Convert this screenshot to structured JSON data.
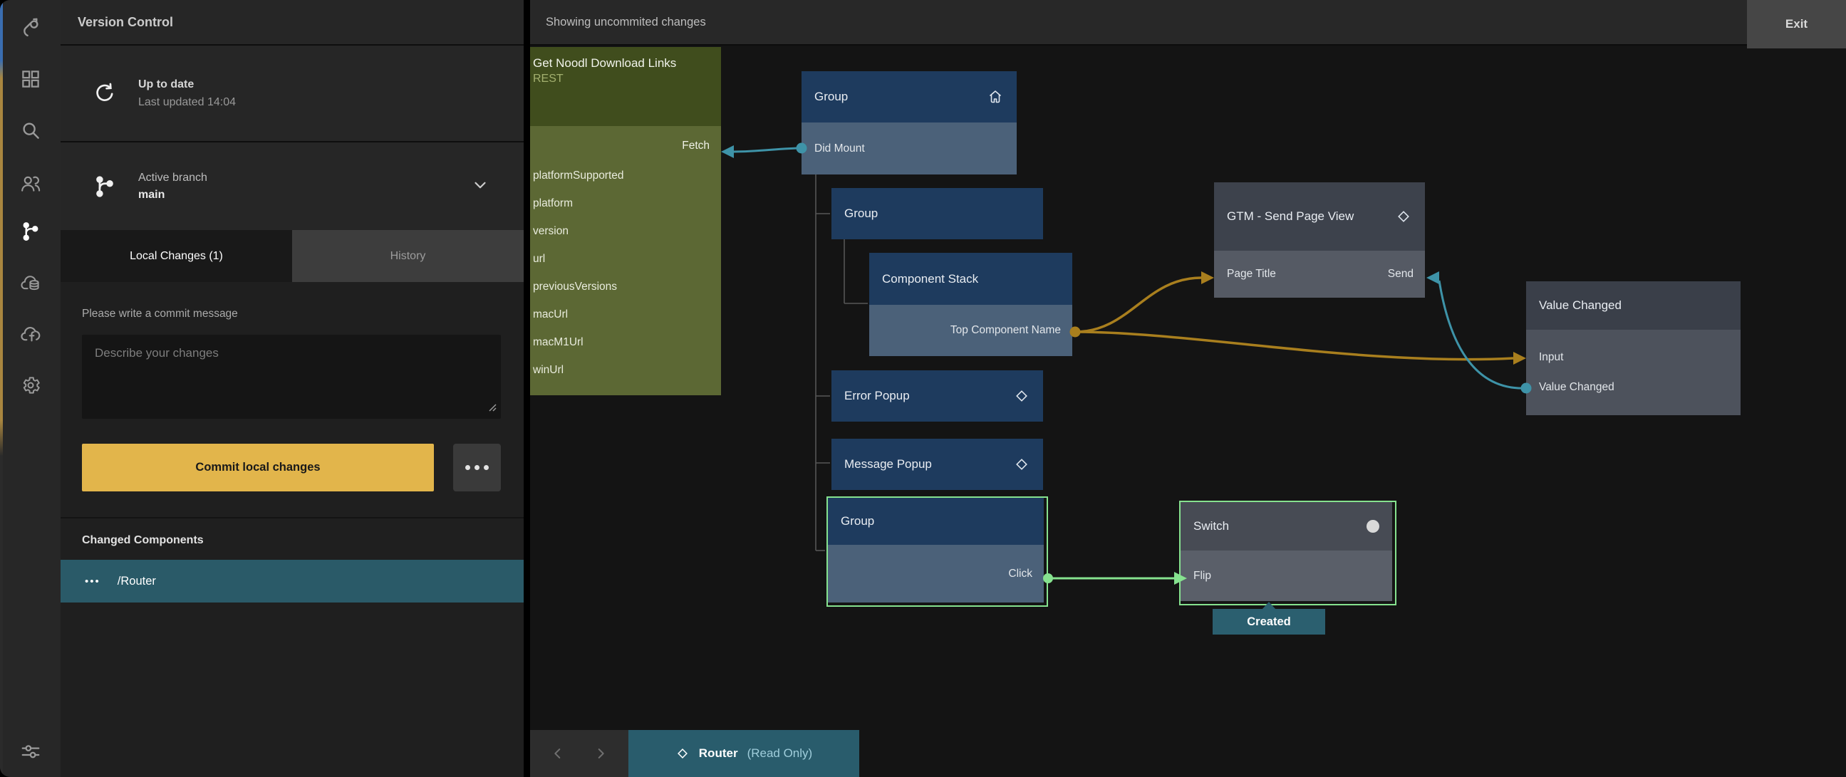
{
  "colors": {
    "accent_yellow": "#e2b54b",
    "selection_green": "#86e28f",
    "wire_teal": "#3e93a8",
    "wire_yellow": "#a97f1e",
    "node_blue_header": "#1e3b5e",
    "node_blue_body": "#4b6179",
    "node_olive_header": "#404d1d",
    "node_olive_body": "#5c6834",
    "node_gray_header": "#3d424c",
    "node_gray_body": "#555a64",
    "badge_teal": "#2b5f6f",
    "row_highlight_teal": "#2a5a68"
  },
  "sidebar": {
    "icons": [
      "noodl-logo",
      "projects-grid",
      "search",
      "collaborators",
      "version-control",
      "cloud-data",
      "cloud-functions",
      "settings-gear",
      "filters-sliders"
    ]
  },
  "panel": {
    "title": "Version Control",
    "sync": {
      "title": "Up to date",
      "subtitle": "Last updated 14:04"
    },
    "branch": {
      "label": "Active branch",
      "name": "main"
    },
    "tabs": {
      "local": "Local Changes (1)",
      "history": "History"
    },
    "commit": {
      "prompt": "Please write a commit message",
      "placeholder": "Describe your changes",
      "button": "Commit local changes"
    },
    "changed": {
      "heading": "Changed Components",
      "rows": [
        {
          "bullets": "•••",
          "name": "/Router"
        }
      ]
    }
  },
  "topbar": {
    "status": "Showing uncommited changes",
    "exit": "Exit"
  },
  "canvas": {
    "nodes": {
      "rest": {
        "title": "Get Noodl Download Links",
        "type": "REST",
        "input": "Fetch",
        "outputs": [
          "platformSupported",
          "platform",
          "version",
          "url",
          "previousVersions",
          "macUrl",
          "macM1Url",
          "winUrl"
        ]
      },
      "group_root": {
        "title": "Group",
        "port": "Did Mount"
      },
      "group_mid": {
        "title": "Group"
      },
      "component_stack": {
        "title": "Component Stack",
        "port": "Top Component Name"
      },
      "gtm": {
        "title": "GTM - Send Page View",
        "port_in": "Page Title",
        "port_send": "Send"
      },
      "value_changed": {
        "title": "Value Changed",
        "port_in": "Input",
        "port_out": "Value Changed"
      },
      "error_popup": {
        "title": "Error Popup"
      },
      "message_popup": {
        "title": "Message Popup"
      },
      "group_click": {
        "title": "Group",
        "port": "Click"
      },
      "switch": {
        "title": "Switch",
        "port": "Flip"
      },
      "created_badge": "Created"
    },
    "bottombar": {
      "tab": {
        "name": "Router",
        "mode": "(Read Only)"
      }
    }
  }
}
